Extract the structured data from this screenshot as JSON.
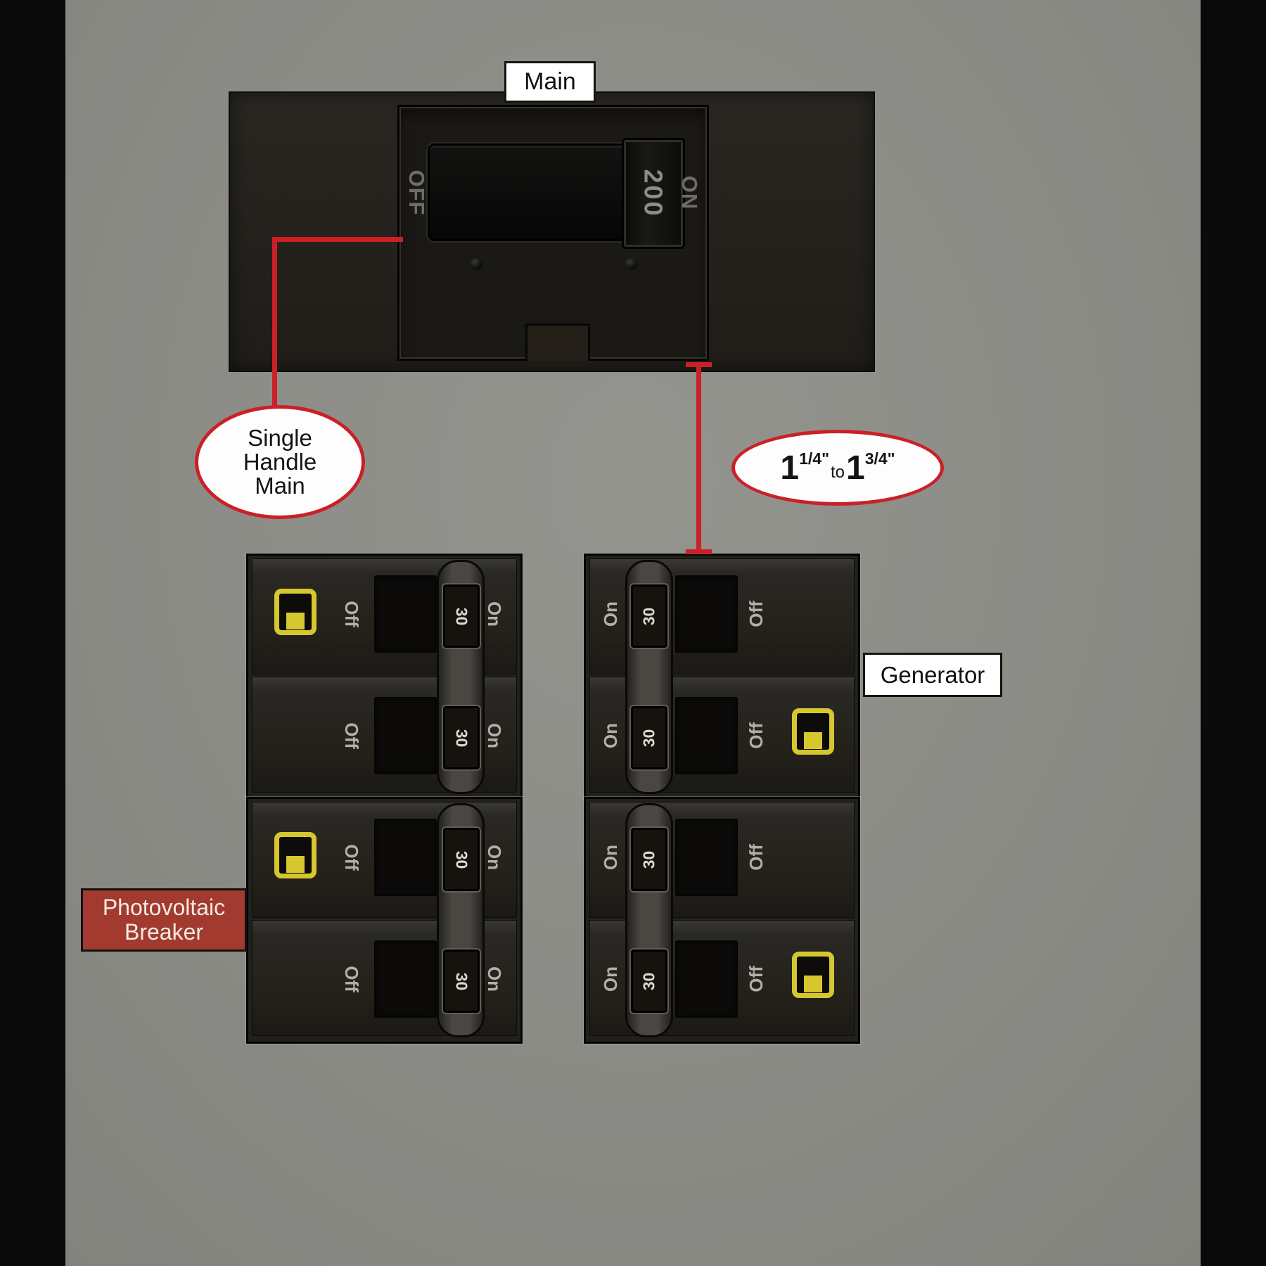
{
  "labels": {
    "main": "Main",
    "generator": "Generator",
    "photovoltaic_line1": "Photovoltaic",
    "photovoltaic_line2": "Breaker",
    "single_handle_line1": "Single",
    "single_handle_line2": "Handle",
    "single_handle_line3": "Main",
    "measurement": {
      "num1": "1",
      "frac1": "1/4\"",
      "to": "to",
      "num2": "1",
      "frac2": "3/4\""
    }
  },
  "main_breaker": {
    "off": "OFF",
    "rating": "200",
    "on": "ON"
  },
  "breakers": [
    {
      "name": "photovoltaic-top",
      "poles": [
        {
          "left": "Off",
          "amp": "30",
          "right": "On"
        },
        {
          "left": "Off",
          "amp": "30",
          "right": "On"
        }
      ]
    },
    {
      "name": "generator-top",
      "poles": [
        {
          "left": "On",
          "amp": "30",
          "right": "Off"
        },
        {
          "left": "On",
          "amp": "30",
          "right": "Off"
        }
      ]
    },
    {
      "name": "photovoltaic-bottom",
      "poles": [
        {
          "left": "Off",
          "amp": "30",
          "right": "On"
        },
        {
          "left": "Off",
          "amp": "30",
          "right": "On"
        }
      ]
    },
    {
      "name": "generator-bottom",
      "poles": [
        {
          "left": "On",
          "amp": "30",
          "right": "Off"
        },
        {
          "left": "On",
          "amp": "30",
          "right": "Off"
        }
      ]
    }
  ],
  "colors": {
    "callout_red": "#cb2027",
    "logo_yellow": "#d6c72e",
    "pv_label_bg": "#a23a30",
    "background_gray": "#8b8b86"
  }
}
